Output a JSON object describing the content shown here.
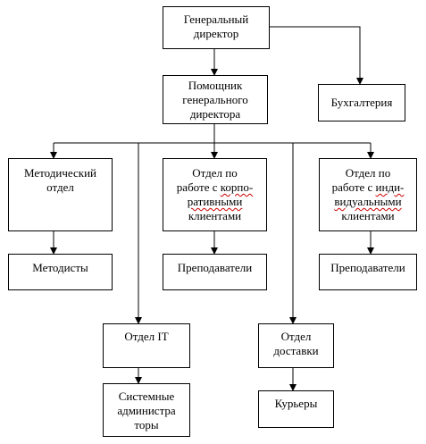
{
  "nodes": {
    "general_director": {
      "line1": "Генеральный",
      "line2": "директор"
    },
    "assistant": {
      "line1": "Помощник",
      "line2": "генерального",
      "line3": "директора"
    },
    "accounting": {
      "line1": "Бухгалтерия"
    },
    "methodical_dept": {
      "line1": "Методический",
      "line2": "отдел"
    },
    "corporate_dept": {
      "line1": "Отдел по",
      "line2_pre": "работе с ",
      "line2_spell": "корпо-",
      "line3": "ративными",
      "line4": "клиентами"
    },
    "individual_dept": {
      "line1": "Отдел по",
      "line2_pre": "работе с ",
      "line2_spell": "инди-",
      "line3": "видуальными",
      "line4": "клиентами"
    },
    "methodists": {
      "line1": "Методисты"
    },
    "teachers_corporate": {
      "line1": "Преподаватели"
    },
    "teachers_individual": {
      "line1": "Преподаватели"
    },
    "it_dept": {
      "line1": "Отдел IT"
    },
    "delivery_dept": {
      "line1": "Отдел",
      "line2": "доставки"
    },
    "sysadmins": {
      "line1": "Системные",
      "line2": "администра",
      "line3": "торы"
    },
    "couriers": {
      "line1": "Курьеры"
    }
  },
  "edges": [
    [
      "general_director",
      "assistant"
    ],
    [
      "general_director",
      "accounting"
    ],
    [
      "assistant",
      "methodical_dept"
    ],
    [
      "assistant",
      "corporate_dept"
    ],
    [
      "assistant",
      "individual_dept"
    ],
    [
      "assistant",
      "it_dept"
    ],
    [
      "assistant",
      "delivery_dept"
    ],
    [
      "methodical_dept",
      "methodists"
    ],
    [
      "corporate_dept",
      "teachers_corporate"
    ],
    [
      "individual_dept",
      "teachers_individual"
    ],
    [
      "it_dept",
      "sysadmins"
    ],
    [
      "delivery_dept",
      "couriers"
    ]
  ]
}
